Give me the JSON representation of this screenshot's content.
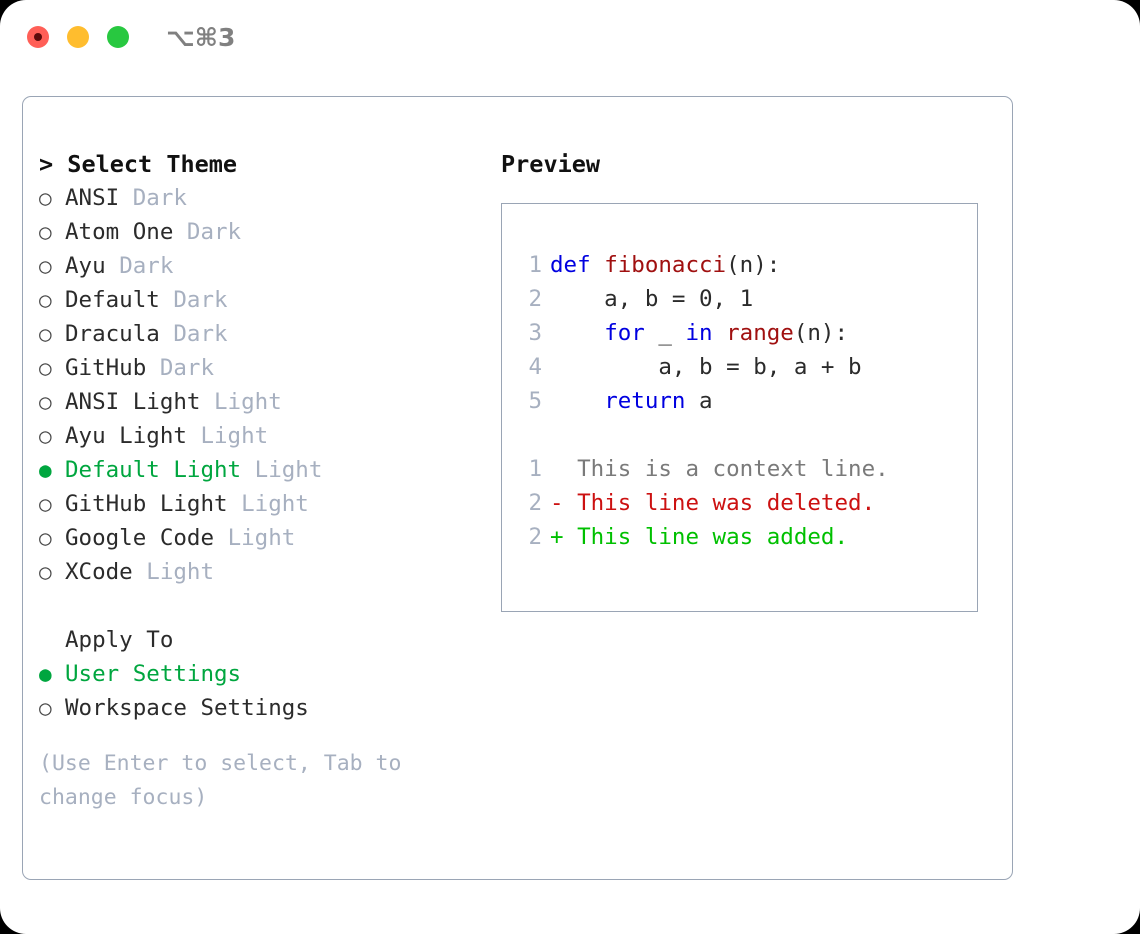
{
  "window": {
    "title": "⌥⌘3",
    "traffic_lights": [
      {
        "name": "close",
        "color": "#ff5f57"
      },
      {
        "name": "minimize",
        "color": "#ffbd2e"
      },
      {
        "name": "zoom",
        "color": "#28c840"
      }
    ]
  },
  "colors": {
    "accent_green": "#00a63f",
    "muted": "#a7b0c0",
    "border": "#9aa5b5",
    "text": "#2b2b2b",
    "keyword": "#0000e0",
    "function": "#a01010",
    "diff_add": "#00c000",
    "diff_del": "#cc1111",
    "context": "#7a7a7a"
  },
  "theme_picker": {
    "header_prefix": "> ",
    "header": "Select Theme",
    "items": [
      {
        "bullet": "○",
        "label": "ANSI",
        "badge": "Dark",
        "selected": false
      },
      {
        "bullet": "○",
        "label": "Atom One",
        "badge": "Dark",
        "selected": false
      },
      {
        "bullet": "○",
        "label": "Ayu",
        "badge": "Dark",
        "selected": false
      },
      {
        "bullet": "○",
        "label": "Default",
        "badge": "Dark",
        "selected": false
      },
      {
        "bullet": "○",
        "label": "Dracula",
        "badge": "Dark",
        "selected": false
      },
      {
        "bullet": "○",
        "label": "GitHub",
        "badge": "Dark",
        "selected": false
      },
      {
        "bullet": "○",
        "label": "ANSI Light",
        "badge": "Light",
        "selected": false
      },
      {
        "bullet": "○",
        "label": "Ayu Light",
        "badge": "Light",
        "selected": false
      },
      {
        "bullet": "●",
        "label": "Default Light",
        "badge": "Light",
        "selected": true
      },
      {
        "bullet": "○",
        "label": "GitHub Light",
        "badge": "Light",
        "selected": false
      },
      {
        "bullet": "○",
        "label": "Google Code",
        "badge": "Light",
        "selected": false
      },
      {
        "bullet": "○",
        "label": "XCode",
        "badge": "Light",
        "selected": false
      }
    ]
  },
  "apply_to": {
    "header": "Apply To",
    "items": [
      {
        "bullet": "●",
        "label": "User Settings",
        "selected": true
      },
      {
        "bullet": "○",
        "label": "Workspace Settings",
        "selected": false
      }
    ]
  },
  "hint": "(Use Enter to select, Tab to change focus)",
  "preview": {
    "label": "Preview",
    "code_lines": [
      {
        "num": "1",
        "tokens": [
          {
            "t": "def ",
            "c": "kw"
          },
          {
            "t": "fibonacci",
            "c": "fn"
          },
          {
            "t": "(n):",
            "c": "pl"
          }
        ]
      },
      {
        "num": "2",
        "tokens": [
          {
            "t": "    a, b = 0, 1",
            "c": "pl"
          }
        ]
      },
      {
        "num": "3",
        "tokens": [
          {
            "t": "    ",
            "c": "pl"
          },
          {
            "t": "for",
            "c": "kw"
          },
          {
            "t": " _ ",
            "c": "pl"
          },
          {
            "t": "in",
            "c": "kw"
          },
          {
            "t": " ",
            "c": "pl"
          },
          {
            "t": "range",
            "c": "fn"
          },
          {
            "t": "(n):",
            "c": "pl"
          }
        ]
      },
      {
        "num": "4",
        "tokens": [
          {
            "t": "        a, b = b, a + b",
            "c": "pl"
          }
        ]
      },
      {
        "num": "5",
        "tokens": [
          {
            "t": "    ",
            "c": "pl"
          },
          {
            "t": "return",
            "c": "kw"
          },
          {
            "t": " a",
            "c": "pl"
          }
        ]
      }
    ],
    "diff_lines": [
      {
        "num": "1",
        "marker": "  ",
        "text": "This is a context line.",
        "kind": "ctx"
      },
      {
        "num": "2",
        "marker": "- ",
        "text": "This line was deleted.",
        "kind": "del"
      },
      {
        "num": "2",
        "marker": "+ ",
        "text": "This line was added.",
        "kind": "add"
      }
    ]
  }
}
